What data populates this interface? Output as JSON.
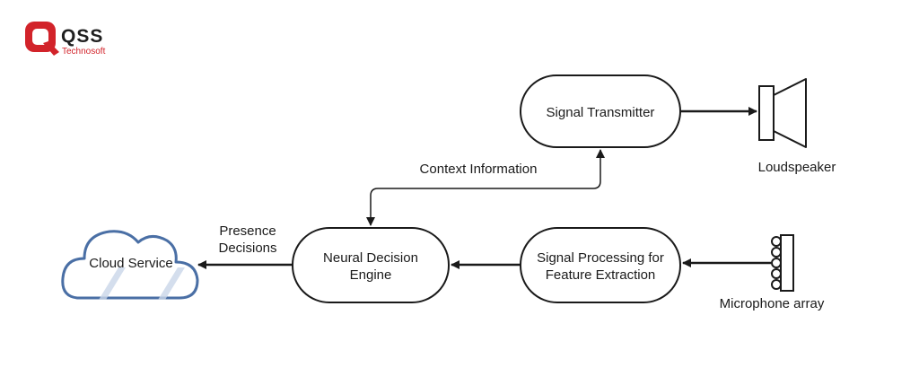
{
  "logo": {
    "name": "QSS",
    "subtitle": "Technosoft",
    "color": "#d2232a"
  },
  "nodes": {
    "signal_transmitter": {
      "label": "Signal Transmitter"
    },
    "neural_engine": {
      "line1": "Neural Decision",
      "line2": "Engine"
    },
    "signal_processing": {
      "line1": "Signal Processing for",
      "line2": "Feature Extraction"
    },
    "cloud_service": {
      "label": "Cloud Service"
    },
    "loudspeaker": {
      "label": "Loudspeaker"
    },
    "microphone_array": {
      "label": "Microphone array"
    }
  },
  "edges": {
    "context_information": {
      "label": "Context Information"
    },
    "presence_decisions": {
      "line1": "Presence",
      "line2": "Decisions"
    }
  },
  "colors": {
    "stroke": "#1a1a1a",
    "cloud_stroke": "#4a6fa5",
    "cloud_shine": "#c9d6e8"
  }
}
